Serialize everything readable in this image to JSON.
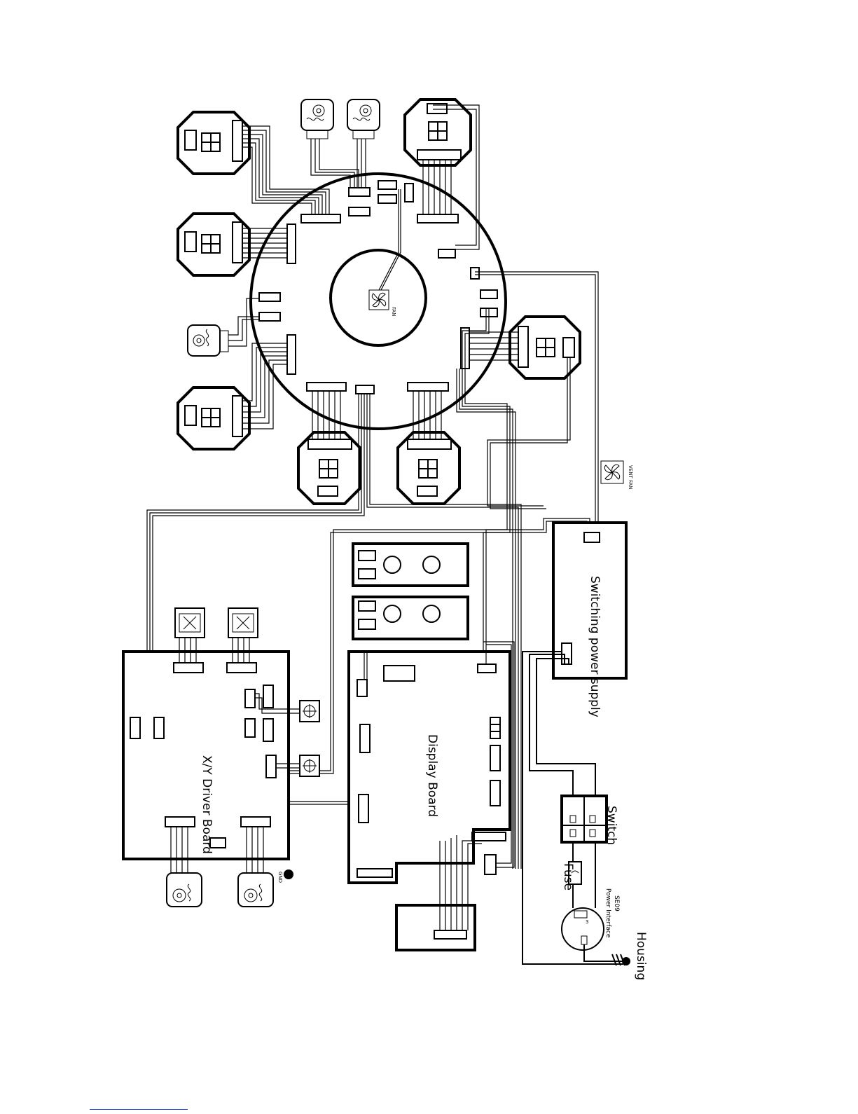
{
  "labels": {
    "xy_driver_board": "X/Y Driver Board",
    "display_board": "Display Board",
    "switching_power_supply": "Switching power supply",
    "switch": "Switch",
    "fuse": "Fuse",
    "power_interface": "Power Interface",
    "power_interface_sub": "SE09",
    "housing": "Housing",
    "gnd": "GND",
    "fan": "FAN",
    "vent_fan": "VENT FAN"
  },
  "colors": {
    "ink": "#000000",
    "paper": "#ffffff",
    "link": "#2a4bd7"
  }
}
